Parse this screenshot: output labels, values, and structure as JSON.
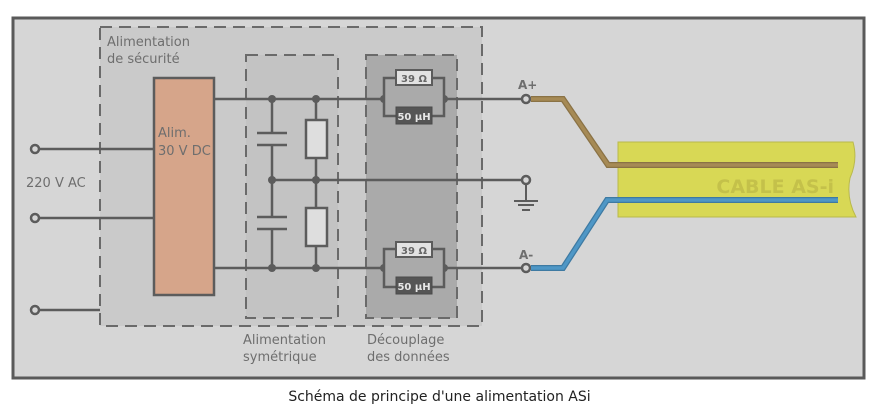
{
  "colors": {
    "background": "#d6d6d6",
    "frame": "#5a5a5a",
    "securite_zone": "#cacaca",
    "symetrique_zone": "#c3c3c3",
    "decouplage_zone": "#aaaaaa",
    "power_block": "#d6a58a",
    "wire": "#5c5c5c",
    "cable_body": "#d8d855",
    "wire_positive": "#a68a55",
    "wire_negative": "#4f97c6",
    "label": "#6e6e6e"
  },
  "zones": {
    "securite": "Alimentation de sécurité",
    "securite_line1": "Alimentation",
    "securite_line2": "de sécurité",
    "symetrique_line1": "Alimentation",
    "symetrique_line2": "symétrique",
    "decouplage_line1": "Découplage",
    "decouplage_line2": "des données"
  },
  "power_block": {
    "line1": "Alim.",
    "line2": "30 V DC"
  },
  "input": {
    "label": "220 V AC"
  },
  "decoupling": {
    "resistor_top": "39 Ω",
    "inductor_top": "50 µH",
    "resistor_bottom": "39 Ω",
    "inductor_bottom": "50 µH"
  },
  "terminals": {
    "positive": "A+",
    "negative": "A-"
  },
  "cable": {
    "label": "CABLE AS-i"
  },
  "caption": "Schéma de principe d'une alimentation ASi"
}
